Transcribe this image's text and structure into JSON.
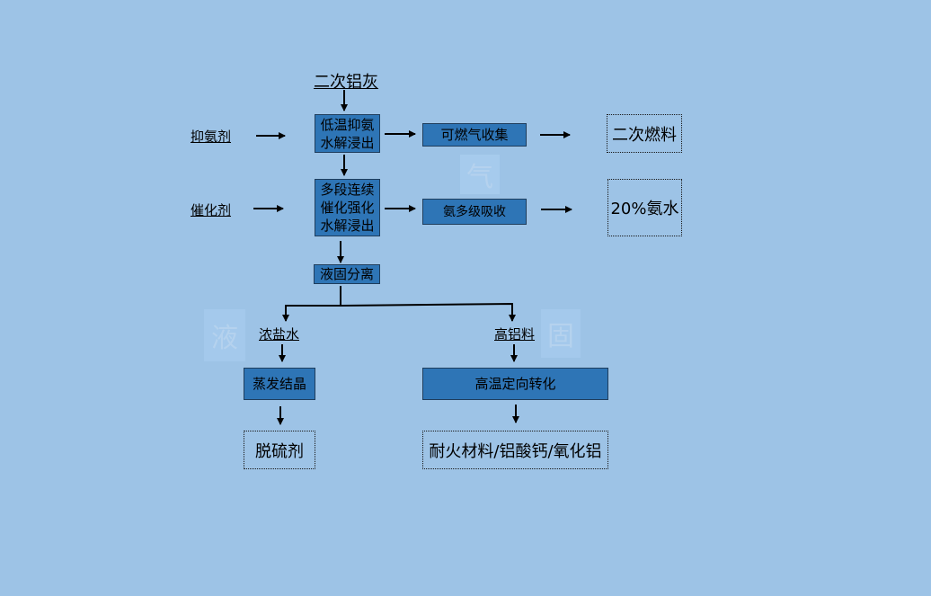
{
  "title": "二次铝灰",
  "inputs": {
    "inhibitor": "抑氨剂",
    "catalyst": "催化剂"
  },
  "processes": {
    "low_temp": [
      "低温抑氨",
      "水解浸出"
    ],
    "multistage": [
      "多段连续",
      "催化强化",
      "水解浸出"
    ],
    "separation": "液固分离",
    "gas_collect": "可燃气收集",
    "ammonia_absorb": "氨多级吸收",
    "evaporation": "蒸发结晶",
    "high_temp": "高温定向转化"
  },
  "intermediates": {
    "brine": "浓盐水",
    "high_alumina": "高铝料"
  },
  "products": {
    "secondary_fuel": "二次燃料",
    "ammonia_water": "20%氨水",
    "desulfurizer": "脱硫剂",
    "refractory": "耐火材料/铝酸钙/氧化铝"
  },
  "phase_marks": {
    "gas": "气",
    "liquid": "液",
    "solid": "固"
  },
  "colors": {
    "background": "#9dc3e6",
    "process_fill": "#2e75b6",
    "process_border": "#1f3d5c",
    "phase_mark": "#b5d2ee"
  }
}
